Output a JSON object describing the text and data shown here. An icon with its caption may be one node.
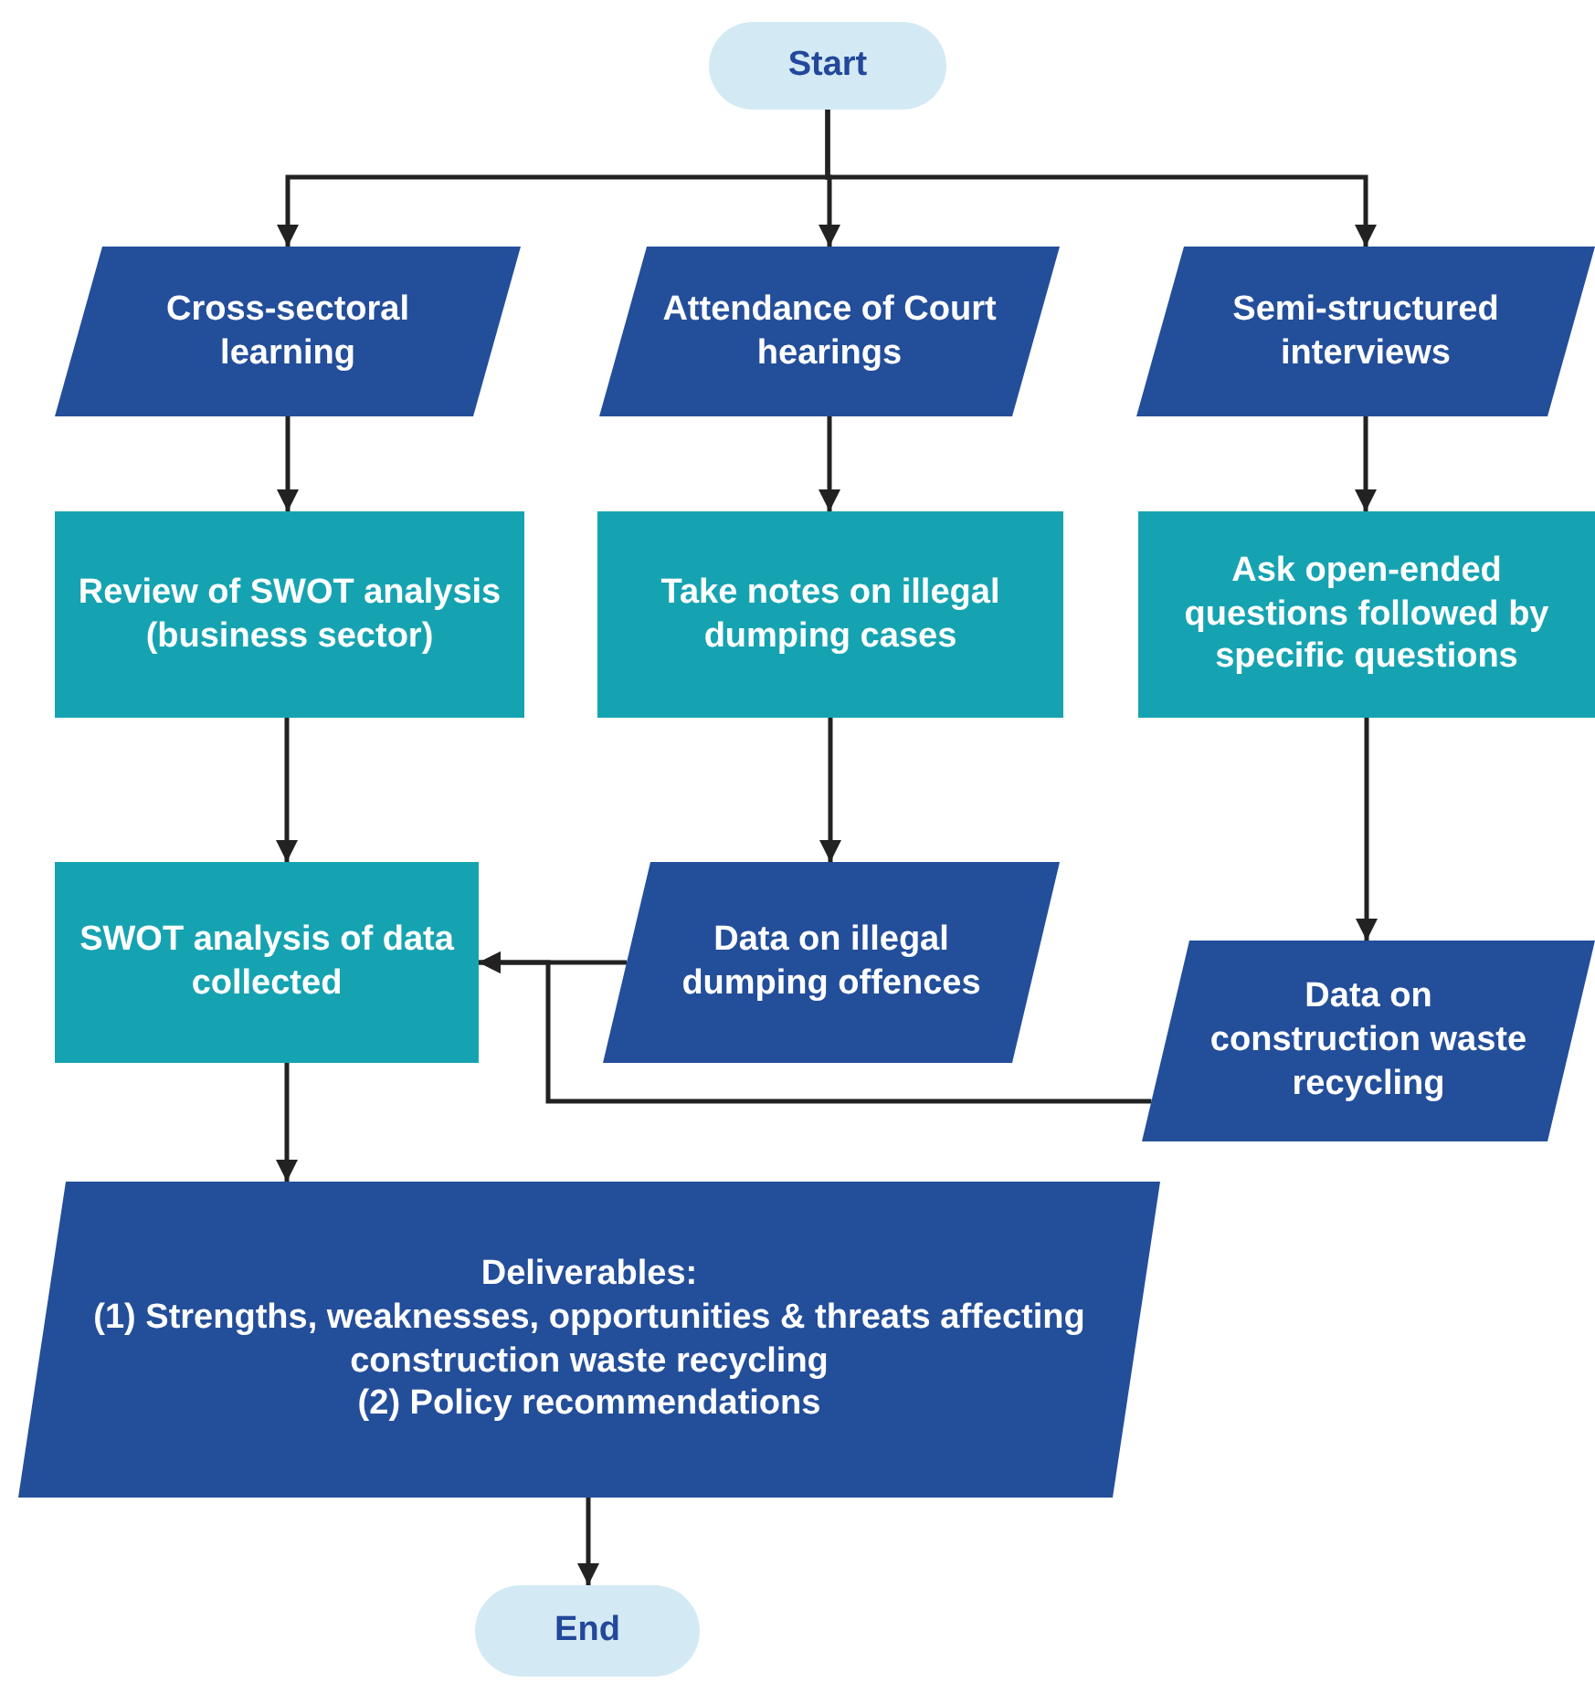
{
  "diagram": {
    "nodes": [
      {
        "text": [
          "Start"
        ]
      },
      {
        "text": [
          "Cross-sectoral learning"
        ]
      },
      {
        "text": [
          "Attendance of Court hearings"
        ]
      },
      {
        "text": [
          "Semi-structured interviews"
        ]
      },
      {
        "text": [
          "Review of SWOT analysis (business sector)"
        ]
      },
      {
        "text": [
          "Take notes on illegal dumping cases"
        ]
      },
      {
        "text": [
          "Ask open-ended questions followed by specific questions"
        ]
      },
      {
        "text": [
          "SWOT analysis of data collected"
        ]
      },
      {
        "text": [
          "Data on illegal dumping offences"
        ]
      },
      {
        "text": [
          "Data on construction waste recycling"
        ]
      },
      {
        "text": [
          "Deliverables:",
          "(1) Strengths, weaknesses, opportunities & threats affecting construction waste recycling",
          "(2) Policy recommendations"
        ]
      },
      {
        "text": [
          "End"
        ]
      }
    ],
    "edges": [
      {
        "from": 0,
        "to": 1,
        "arrow": "to"
      },
      {
        "from": 0,
        "to": 2,
        "arrow": "to"
      },
      {
        "from": 0,
        "to": 3,
        "arrow": "to"
      },
      {
        "from": 1,
        "to": 4,
        "arrow": "to"
      },
      {
        "from": 2,
        "to": 5,
        "arrow": "to"
      },
      {
        "from": 3,
        "to": 6,
        "arrow": "to"
      },
      {
        "from": 4,
        "to": 7,
        "arrow": "to"
      },
      {
        "from": 5,
        "to": 8,
        "arrow": "to"
      },
      {
        "from": 6,
        "to": 9,
        "arrow": "to"
      },
      {
        "from": 8,
        "to": 7,
        "arrow": "to"
      },
      {
        "from": 9,
        "to": 7,
        "arrow": "to"
      },
      {
        "from": 7,
        "to": 10,
        "arrow": "to"
      },
      {
        "from": 10,
        "to": 11,
        "arrow": "to"
      }
    ]
  }
}
